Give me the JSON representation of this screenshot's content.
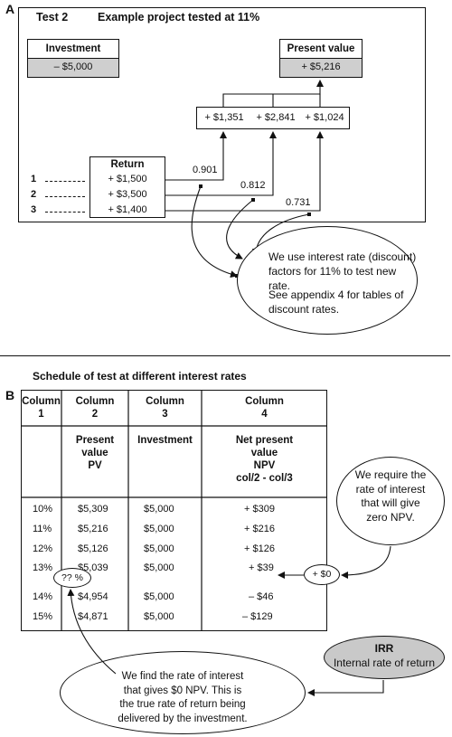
{
  "section_a": {
    "label": "A",
    "test_title": "Test 2",
    "test_subtitle": "Example project tested at 11%",
    "investment": {
      "label": "Investment",
      "value": "– $5,000"
    },
    "present_value": {
      "label": "Present value",
      "value": "+ $5,216"
    },
    "pv_parts": [
      "+ $1,351",
      "+ $2,841",
      "+ $1,024"
    ],
    "return_header": "Return",
    "returns": [
      {
        "num": "1",
        "value": "+ $1,500"
      },
      {
        "num": "2",
        "value": "+ $3,500"
      },
      {
        "num": "3",
        "value": "+ $1,400"
      }
    ],
    "factors": [
      "0.901",
      "0.812",
      "0.731"
    ],
    "note": {
      "line1": "We use interest rate (discount)",
      "line2": "factors for 11% to test new rate.",
      "line3": "See appendix 4 for tables of",
      "line4": "discount rates."
    }
  },
  "section_b": {
    "label": "B",
    "title": "Schedule of test at different interest rates",
    "columns": [
      {
        "head1": "Column",
        "head2": "1",
        "sub": ""
      },
      {
        "head1": "Column",
        "head2": "2",
        "sub": "Present\nvalue\nPV"
      },
      {
        "head1": "Column",
        "head2": "3",
        "sub": "Investment"
      },
      {
        "head1": "Column",
        "head2": "4",
        "sub": "Net present\nvalue\nNPV\ncol/2 - col/3"
      }
    ],
    "rows": [
      {
        "rate": "10%",
        "pv": "$5,309",
        "inv": "$5,000",
        "npv": "+ $309"
      },
      {
        "rate": "11%",
        "pv": "$5,216",
        "inv": "$5,000",
        "npv": "+ $216"
      },
      {
        "rate": "12%",
        "pv": "$5,126",
        "inv": "$5,000",
        "npv": "+ $126"
      },
      {
        "rate": "13%",
        "pv": "$5,039",
        "inv": "$5,000",
        "npv": "+ $39"
      },
      {
        "rate": "14%",
        "pv": "$4,954",
        "inv": "$5,000",
        "npv": "– $46"
      },
      {
        "rate": "15%",
        "pv": "$4,871",
        "inv": "$5,000",
        "npv": "– $129"
      }
    ],
    "unknown_rate": "?? %",
    "zero_npv": "+ $0",
    "require_note": "We require the\nrate of interest\nthat will give\nzero NPV.",
    "irr": {
      "title": "IRR",
      "subtitle": "Internal rate of return"
    },
    "find_note": "We find the rate of interest\nthat gives $0 NPV. This is\nthe true rate of return being\ndelivered by the investment."
  }
}
